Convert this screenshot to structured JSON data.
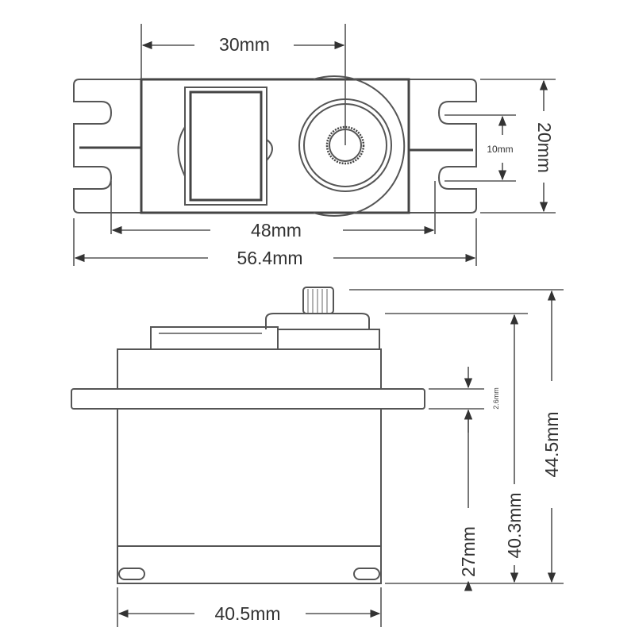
{
  "title": "Servo dimension drawing",
  "top_view": {
    "width_horn_offset": "30mm",
    "mount_hole_spacing": "48mm",
    "overall_length": "56.4mm",
    "body_width": "20mm",
    "hole_vertical_spacing": "10mm"
  },
  "side_view": {
    "total_height": "44.5mm",
    "height_to_case_top": "40.3mm",
    "height_to_flange": "27mm",
    "flange_thickness": "2.6mm",
    "body_length": "40.5mm"
  }
}
